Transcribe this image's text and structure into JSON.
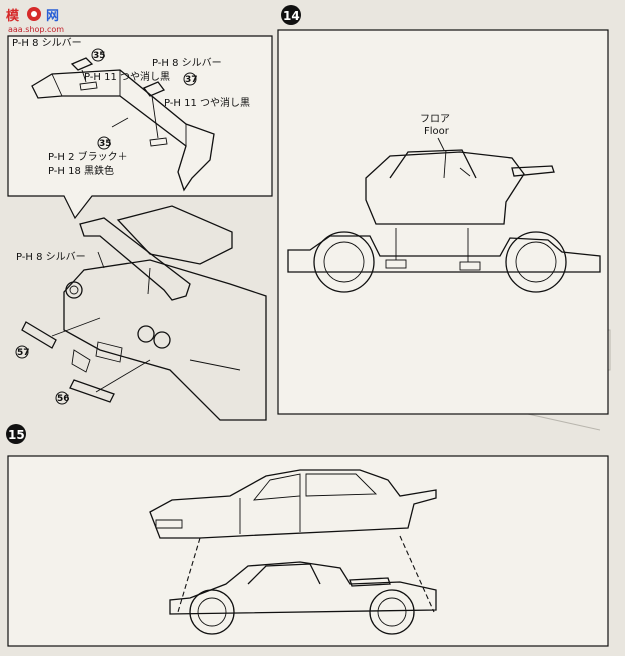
{
  "watermark": {
    "site_left": "模",
    "site_right": "网",
    "url": "aaa.shop.com"
  },
  "steps": {
    "step14": "14",
    "step15": "15"
  },
  "wing_panel": {
    "label_silver_top": "P-H 8 シルバー",
    "part35_top": "35",
    "label_matte_black_left": "P-H 11 つや消し黒",
    "label_silver_right": "P-H 8 シルバー",
    "part37": "37",
    "label_matte_black_right": "P-H 11 つや消し黒",
    "part35_bottom": "35",
    "label_black_plus": "P-H 2 ブラック＋",
    "label_gunmetal": "P-H 18 黒鉄色"
  },
  "car_rear": {
    "label_silver": "P-H 8 シルバー",
    "part57": "57",
    "part56": "56"
  },
  "step14_panel": {
    "floor_jp": "フロア",
    "floor_en": "Floor"
  },
  "colors": {
    "ink": "#111111",
    "paper": "#f4f2ec",
    "background": "#e9e6df"
  }
}
